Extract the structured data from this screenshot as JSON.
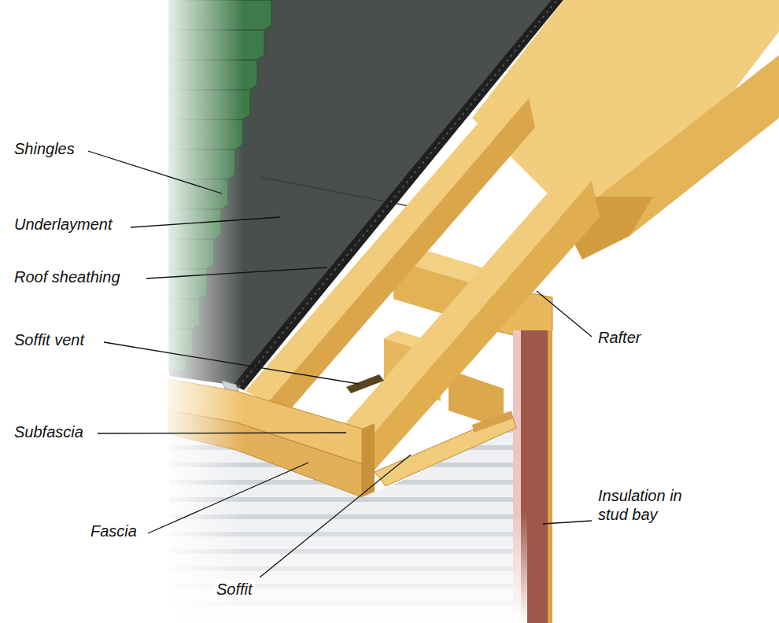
{
  "diagram": {
    "labels": [
      "Shingles",
      "Underlayment",
      "Roof sheathing",
      "Soffit vent",
      "Subfascia",
      "Fascia",
      "Soffit",
      "Rafter",
      "Insulation in stud bay"
    ]
  }
}
